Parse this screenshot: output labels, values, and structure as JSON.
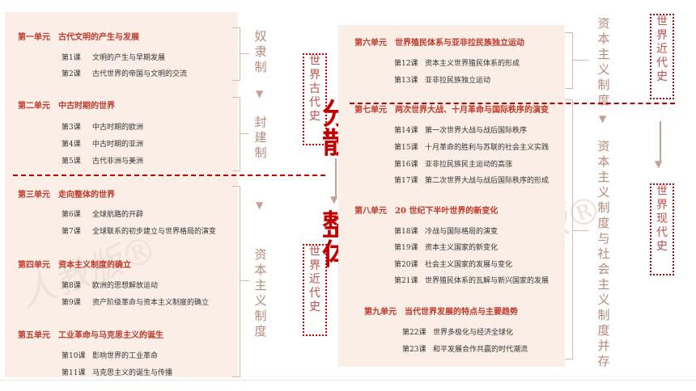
{
  "left_units": [
    {
      "title": "第一单元　古代文明的产生与发展",
      "lessons": [
        [
          "第1课",
          "文明的产生与早期发展"
        ],
        [
          "第2课",
          "古代世界的帝国与文明的交流"
        ]
      ]
    },
    {
      "title": "第二单元　中古时期的世界",
      "lessons": [
        [
          "第3课",
          "中古时期的欧洲"
        ],
        [
          "第4课",
          "中古时期的亚洲"
        ],
        [
          "第5课",
          "古代非洲与美洲"
        ]
      ]
    },
    {
      "title": "第三单元　走向整体的世界",
      "lessons": [
        [
          "第6课",
          "全球航路的开辟"
        ],
        [
          "第7课",
          "全球联系的初步建立与世界格局的演变"
        ]
      ]
    },
    {
      "title": "第四单元　资本主义制度的确立",
      "lessons": [
        [
          "第8课",
          "欧洲的思想解放运动"
        ],
        [
          "第9课",
          "资产阶级革命与资本主义制度的确立"
        ]
      ]
    },
    {
      "title": "第五单元　工业革命与马克思主义的诞生",
      "lessons": [
        [
          "第10课",
          "影响世界的工业革命"
        ],
        [
          "第11课",
          "马克思主义的诞生与传播"
        ]
      ]
    }
  ],
  "right_units": [
    {
      "title": "第六单元　世界殖民体系与亚非拉民族独立运动",
      "lessons": [
        [
          "第12课",
          "资本主义世界殖民体系的形成"
        ],
        [
          "第13课",
          "亚非拉民族独立运动"
        ]
      ]
    },
    {
      "title": "第七单元　两次世界大战、十月革命与国际秩序的演变",
      "lessons": [
        [
          "第14课",
          "第一次世界大战与战后国际秩序"
        ],
        [
          "第15课",
          "十月革命的胜利与苏联的社会主义实践"
        ],
        [
          "第16课",
          "亚非拉民族民主运动的高涨"
        ],
        [
          "第17课",
          "第二次世界大战与战后国际秩序的形成"
        ]
      ]
    },
    {
      "title": "第八单元　20 世纪下半叶世界的新变化",
      "lessons": [
        [
          "第18课",
          "冷战与国际格局的演变"
        ],
        [
          "第19课",
          "资本主义国家的新变化"
        ],
        [
          "第20课",
          "社会主义国家的发展与变化"
        ],
        [
          "第21课",
          "世界殖民体系的瓦解与新兴国家的发展"
        ]
      ]
    },
    {
      "title": "第九单元　当代世界发展的特点与主要趋势",
      "lessons": [
        [
          "第22课",
          "世界多极化与经济全球化"
        ],
        [
          "第23课",
          "和平发展合作共赢的时代潮流"
        ]
      ]
    }
  ],
  "labels": {
    "nuli": "奴隶制",
    "fengjian": "封建制",
    "zibenzhuyi_left": "资本主义制度",
    "zibenzhuyi_right": "资本主义制度",
    "bingcun": "资本主义制度与社会主义制度并存",
    "gudai": "世界古代史",
    "jindai_left": "世界近代史",
    "jindai_right": "世界近代史",
    "xiandai": "世界现代史",
    "fensan": "分散",
    "zhengti": "整体",
    "arrow": "▼"
  },
  "watermark": "人教版®"
}
